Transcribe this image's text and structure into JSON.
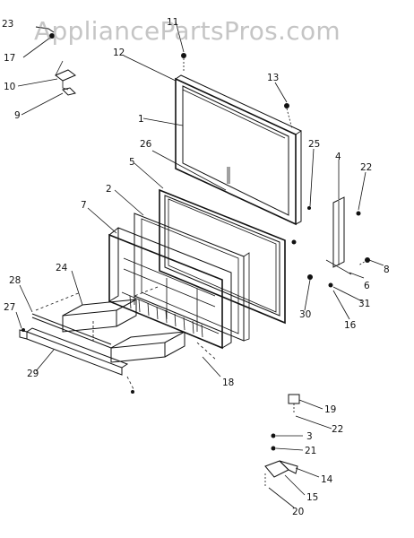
{
  "watermark": "AppliancePartsPros.com",
  "callouts": {
    "c1": "1",
    "c2": "2",
    "c3": "3",
    "c4": "4",
    "c5": "5",
    "c6": "6",
    "c7": "7",
    "c8": "8",
    "c9": "9",
    "c10": "10",
    "c11": "11",
    "c12": "12",
    "c13": "13",
    "c14": "14",
    "c15": "15",
    "c16": "16",
    "c17": "17",
    "c18": "18",
    "c19": "19",
    "c20": "20",
    "c21": "21",
    "c22a": "22",
    "c22b": "22",
    "c23": "23",
    "c24": "24",
    "c25": "25",
    "c26": "26",
    "c27": "27",
    "c28": "28",
    "c29": "29",
    "c30": "30",
    "c31": "31"
  }
}
